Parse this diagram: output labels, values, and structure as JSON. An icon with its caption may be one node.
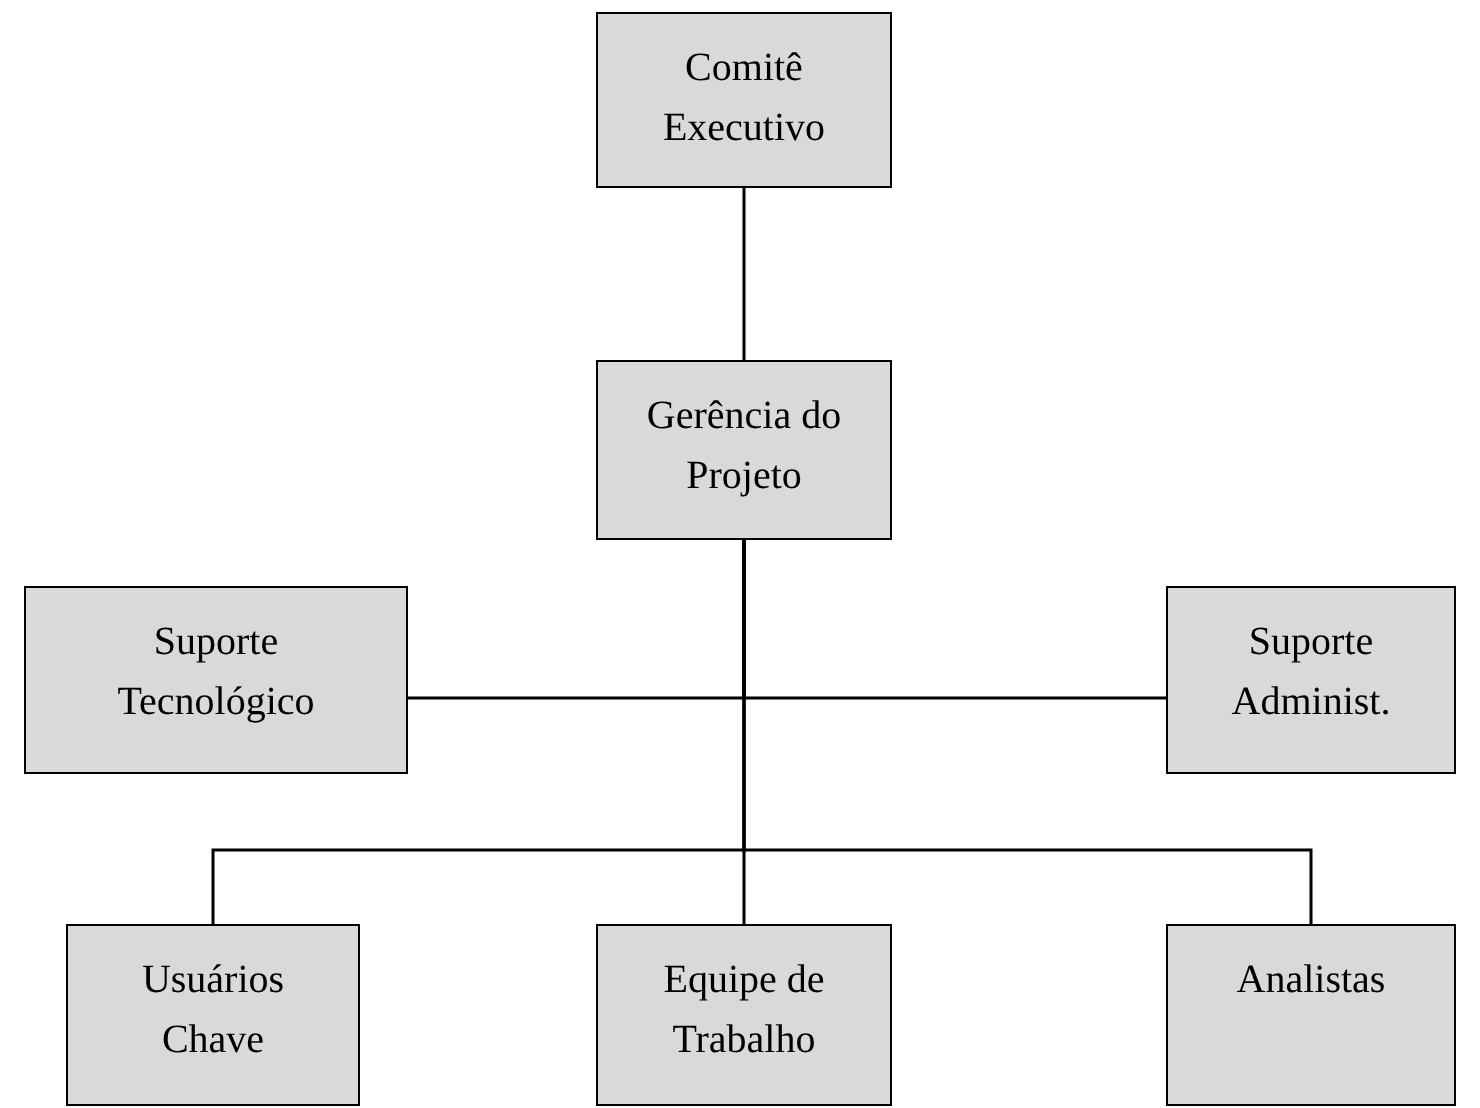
{
  "diagram": {
    "nodes": [
      {
        "text": [
          "Comitê Executivo"
        ]
      },
      {
        "text": [
          "Gerência do Projeto"
        ]
      },
      {
        "text": [
          "Suporte Tecnológico"
        ]
      },
      {
        "text": [
          "Suporte Administ."
        ]
      },
      {
        "text": [
          "Usuários Chave"
        ]
      },
      {
        "text": [
          "Equipe de Trabalho"
        ]
      },
      {
        "text": [
          "Analistas"
        ]
      }
    ],
    "edges": [
      {
        "from": 0,
        "to": 1,
        "arrow": "none"
      },
      {
        "from": 1,
        "to": 2,
        "arrow": "none"
      },
      {
        "from": 1,
        "to": 3,
        "arrow": "none"
      },
      {
        "from": 1,
        "to": 4,
        "arrow": "none"
      },
      {
        "from": 1,
        "to": 5,
        "arrow": "none"
      },
      {
        "from": 1,
        "to": 6,
        "arrow": "none"
      }
    ]
  }
}
